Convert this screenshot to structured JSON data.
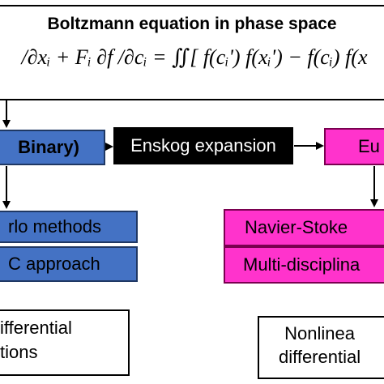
{
  "title": "Boltzmann equation in phase space",
  "equation": "/∂xᵢ + Fᵢ ∂f /∂cᵢ = ∬[ f(cᵢ') f(xᵢ') − f(cᵢ) f(x",
  "boxes": {
    "binary": "Binary)",
    "enskog": "Enskog expansion",
    "euler": "Eu",
    "monte_carlo": "rlo methods",
    "dsmc": "C approach",
    "navier_stokes": "Navier-Stoke",
    "multidisciplinary": "Multi-disciplina",
    "left_bottom_line1": "ifferential",
    "left_bottom_line2": "tions",
    "right_bottom_line1": "Nonlinea",
    "right_bottom_line2": "differential"
  },
  "colors": {
    "blue": "#4472c4",
    "pink": "#ff33cc",
    "black": "#000000"
  }
}
